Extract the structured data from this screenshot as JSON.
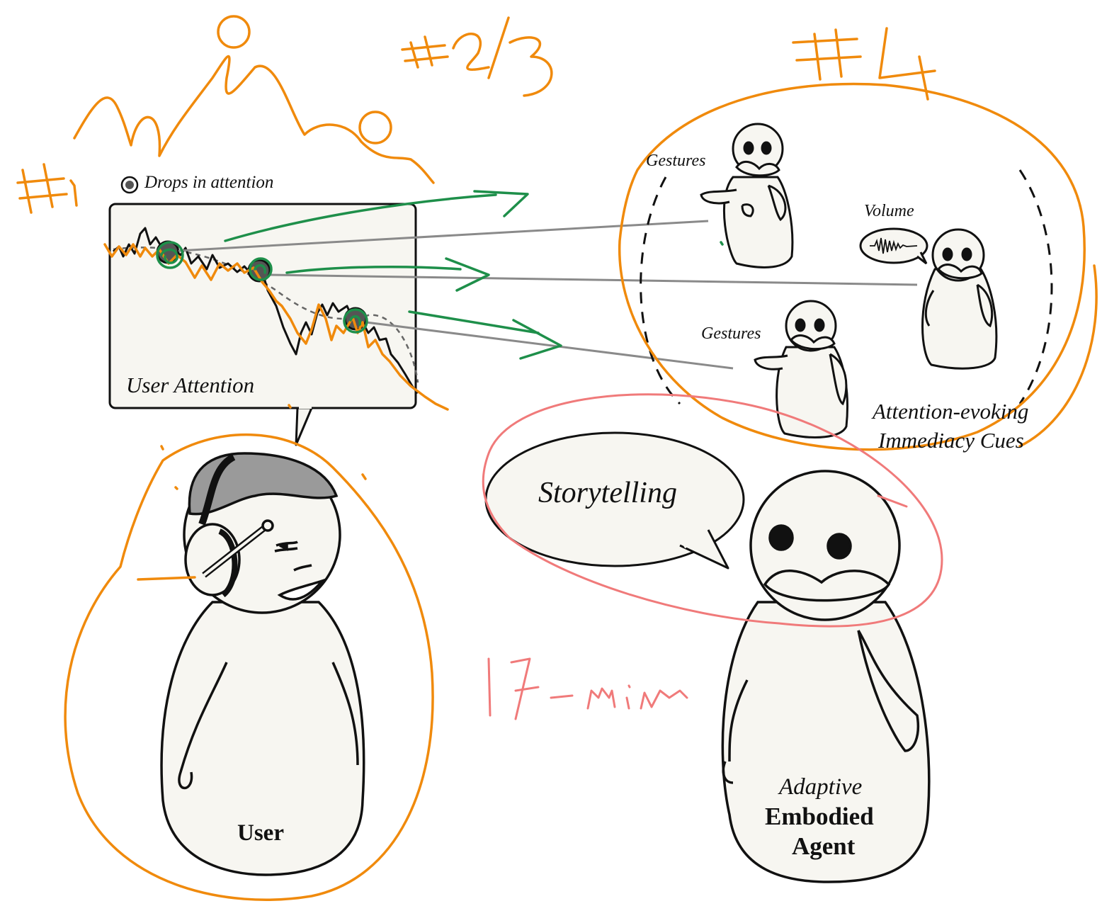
{
  "labels": {
    "drops_in_attention": "Drops in attention",
    "user_attention": "User Attention",
    "gestures_top": "Gestures",
    "volume": "Volume",
    "gestures_bottom": "Gestures",
    "cues_line1": "Attention-evoking",
    "cues_line2": "Immediacy Cues",
    "storytelling": "Storytelling",
    "user": "User",
    "agent_line1": "Adaptive",
    "agent_line2": "Embodied",
    "agent_line3": "Agent"
  },
  "annotations": {
    "note_1": "#1",
    "note_2_3": "#2/3",
    "note_4": "#4",
    "note_duration": "17-min"
  },
  "colors": {
    "ink": "#111111",
    "figure_fill": "#f7f6f1",
    "hair": "#9a9a9a",
    "orange_annotation": "#f08a0c",
    "green_annotation": "#1e8f4a",
    "pink_annotation": "#f07a7a",
    "connector": "#8a8a8a"
  }
}
